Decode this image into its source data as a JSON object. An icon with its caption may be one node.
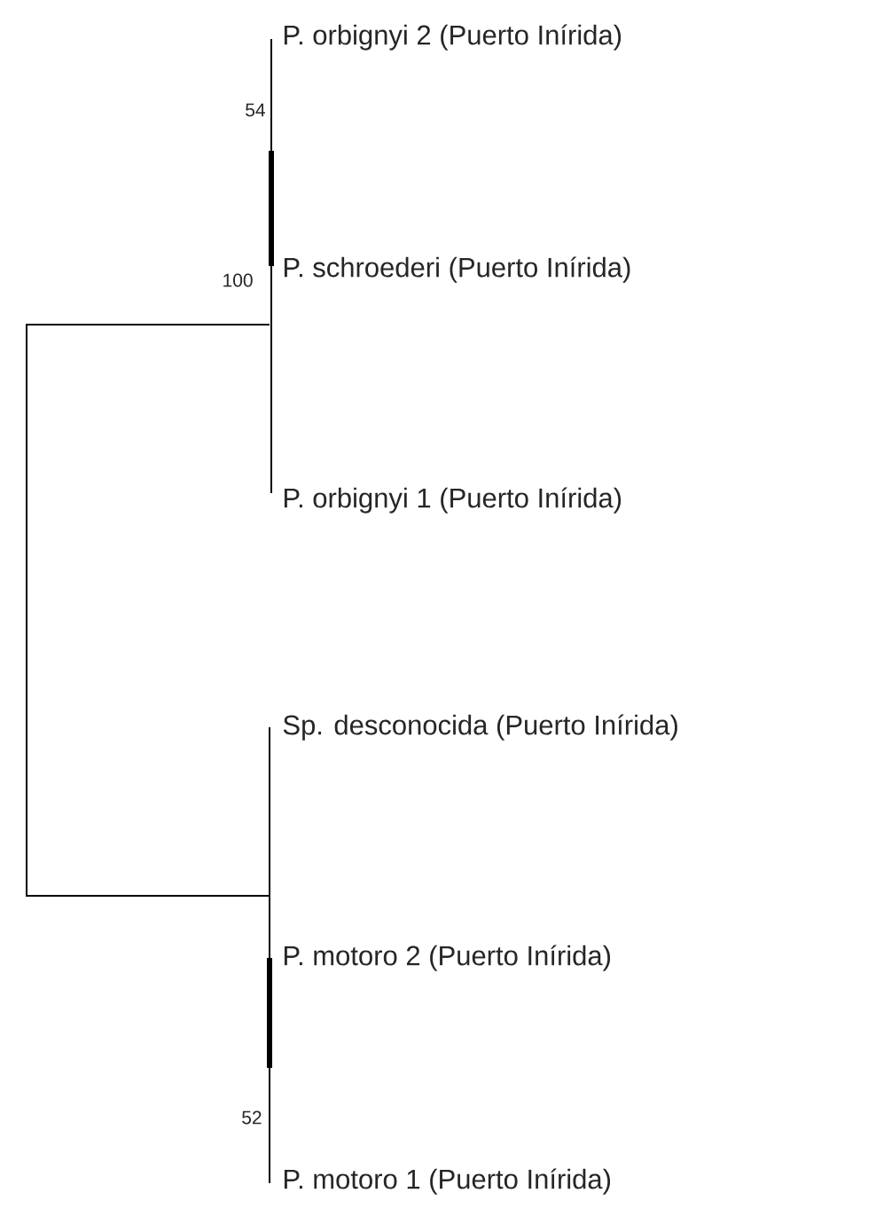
{
  "diagram": {
    "labels": [
      "P. orbignyi 2 (Puerto Inírida)",
      "54",
      "P. schroederi (Puerto Inírida)",
      "100",
      "P. orbignyi 1 (Puerto Inírida)",
      "Sp. desconocida (Puerto Inírida)",
      "P. motoro 2 (Puerto Inírida)",
      "52",
      "P. motoro 1 (Puerto Inírida)"
    ]
  }
}
